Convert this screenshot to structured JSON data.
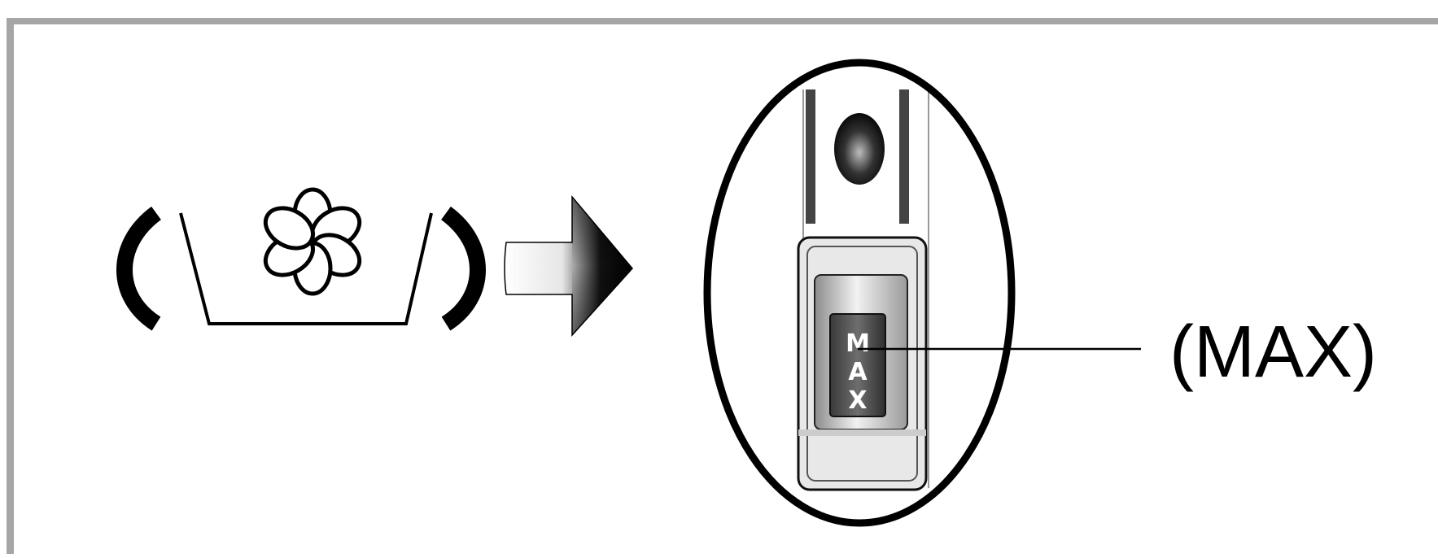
{
  "diagram": {
    "callout_label": "(MAX)",
    "knob_letters": [
      "M",
      "A",
      "X"
    ],
    "icons": {
      "symbol": "flower-in-tray-icon",
      "arrow": "right-arrow-icon",
      "dial": "rotary-dial-icon"
    },
    "colors": {
      "frame": "#a6a6a6",
      "ink": "#000000",
      "dial_gray": "#d9d9d9",
      "knob_dark": "#555555"
    }
  }
}
